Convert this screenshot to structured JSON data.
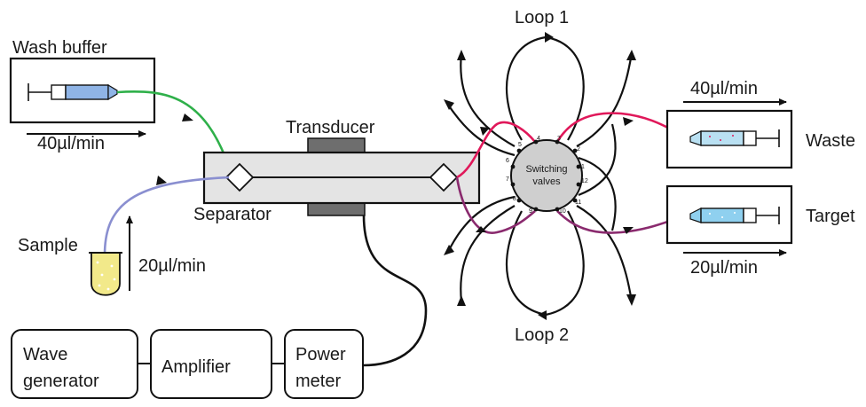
{
  "labels": {
    "wash_buffer": "Wash buffer",
    "wash_rate": "40µl/min",
    "sample": "Sample",
    "sample_rate": "20µl/min",
    "transducer": "Transducer",
    "separator": "Separator",
    "switching_line1": "Switching",
    "switching_line2": "valves",
    "loop1": "Loop 1",
    "loop2": "Loop 2",
    "waste": "Waste",
    "waste_rate": "40µl/min",
    "target": "Target",
    "target_rate": "20µl/min",
    "wave_line1": "Wave",
    "wave_line2": "generator",
    "amplifier": "Amplifier",
    "power_line1": "Power",
    "power_line2": "meter"
  },
  "ports": [
    "1",
    "2",
    "3",
    "4",
    "5",
    "6",
    "7",
    "8",
    "9",
    "10",
    "11",
    "12"
  ],
  "colors": {
    "green_tube": "#2fb04a",
    "blue_tube": "#8a8fd0",
    "red_tube": "#e0185a",
    "purple_tube": "#8a2a6e",
    "syringe_blue": "#8fb4e6",
    "syringe_light": "#b9e0f2",
    "sample_yellow": "#f2e98a",
    "separator_fill": "#e4e4e4",
    "transducer_fill": "#6e6e6e",
    "valve_fill": "#cfcfcf"
  }
}
